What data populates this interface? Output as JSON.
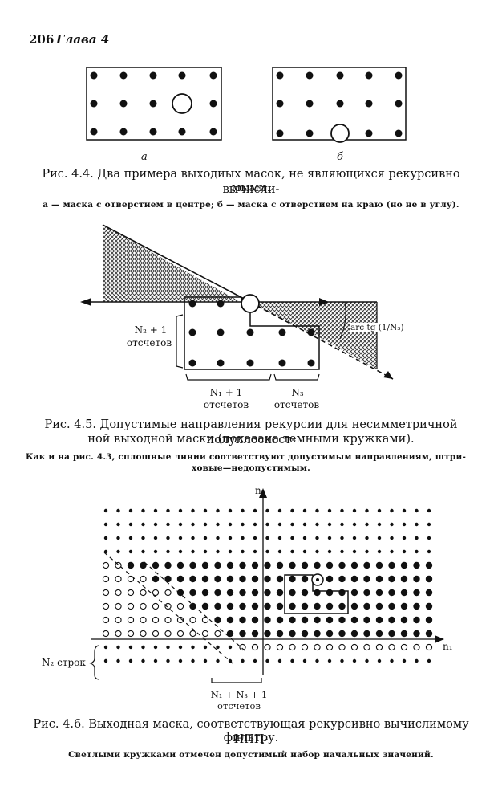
{
  "header": {
    "page_number": "206",
    "chapter": "Глава 4"
  },
  "fig44": {
    "sub_a": "а",
    "sub_b": "б",
    "caption_line1": "Рис. 4.4. Два примера выходиых масок, не являющихся рекурсивно вычисли-",
    "caption_line2": "мыми.",
    "note": "а — маска с отверстием в центре; б — маска с отверстием на краю (но не в углу)."
  },
  "fig45": {
    "label_n2": "N₂ + 1",
    "label_n2_sub": "отсчетов",
    "label_n1": "N₁ + 1",
    "label_n1_sub": "отсчетов",
    "label_n3": "N₃",
    "label_n3_sub": "отсчетов",
    "label_arc": "arc tg (1/N₃)",
    "caption_line1": "Рис. 4.5. Допустимые направления рекурсии для несимметричной полуплоскост-",
    "caption_line2": "ной выходной маски (показана темными кружками).",
    "note_line1": "Как и на рис. 4.3, сплошные линии соответствуют допустимым направлениям, штри-",
    "note_line2": "ховые—недопустимым."
  },
  "fig46": {
    "axis_n2": "n₂",
    "axis_n1": "n₁",
    "label_rows": "N₂ строк",
    "label_cols": "N₁ + N₃ + 1",
    "label_cols_sub": "отсчетов",
    "caption_line1": "Рис. 4.6. Выходная маска, соответствующая рекурсивно вычислимому НПП-",
    "caption_line2": "фильтру.",
    "note": "Светлыми кружками отмечен допустимый набор начальных значений."
  }
}
